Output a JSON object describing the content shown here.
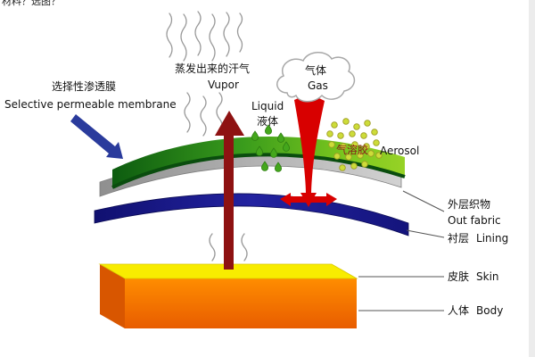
{
  "corner_note": "材料？选图？",
  "annotations": {
    "membrane": {
      "zh": "选择性渗透膜",
      "en": "Selective permeable membrane"
    },
    "vapor": {
      "zh": "蒸发出来的汗气",
      "en": "Vupor"
    },
    "gas": {
      "zh": "气体",
      "en": "Gas"
    },
    "liquid": {
      "en": "Liquid",
      "zh": "液体"
    },
    "aerosol": {
      "zh": "气溶胶",
      "en": "Aerosol"
    },
    "out_fabric": {
      "zh": "外层织物",
      "en": "Out fabric"
    },
    "lining": {
      "zh": "衬层",
      "en": "Lining"
    },
    "skin": {
      "zh": "皮肤",
      "en": "Skin"
    },
    "body": {
      "zh": "人体",
      "en": "Body"
    }
  },
  "colors": {
    "membrane_green": "#2e8b1a",
    "out_fabric_gray": "#b0b0b0",
    "lining_blue": "#1b1b8f",
    "skin_yellow": "#f8ec00",
    "body_orange": "#ff7a00",
    "vapor_arrow": "#8e1212",
    "gas_arrow": "#d80000",
    "pointer_arrow": "#2a3b9c",
    "aerosol_dot": "#cddc39",
    "aerosol_dot_edge": "#9e9d24",
    "droplet_green": "#44a71c",
    "steam_gray": "#999999"
  }
}
